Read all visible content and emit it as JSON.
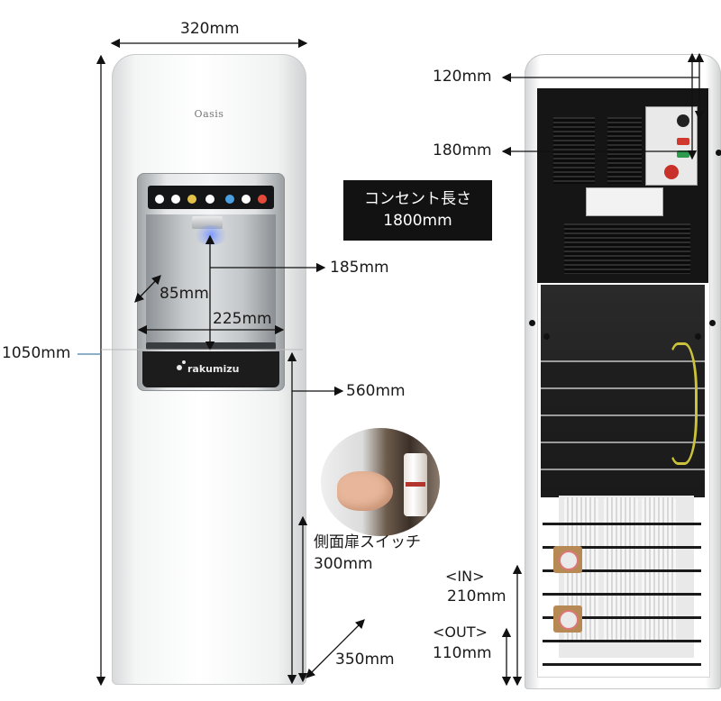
{
  "front": {
    "width": "320mm",
    "height": "1050mm",
    "depth_label": "85mm",
    "space_width": "225mm",
    "space_height": "185mm",
    "dispense_height": "560mm",
    "base_depth": "350mm",
    "logo": "Oasis",
    "brand": "rakumizu"
  },
  "power_cord": {
    "label": "コンセント長さ",
    "length": "1800mm"
  },
  "side_switch": {
    "label": "側面扉スイッチ",
    "height": "300mm"
  },
  "rear": {
    "top_offset_1": "120mm",
    "top_offset_2": "180mm",
    "in_label": "<IN>",
    "in_height": "210mm",
    "out_label": "<OUT>",
    "out_height": "110mm"
  },
  "colors": {
    "ink": "#1a1a1a",
    "black_label": "#121212",
    "accent_blue": "#7896ff",
    "wire_yellow": "#c9c23a"
  }
}
